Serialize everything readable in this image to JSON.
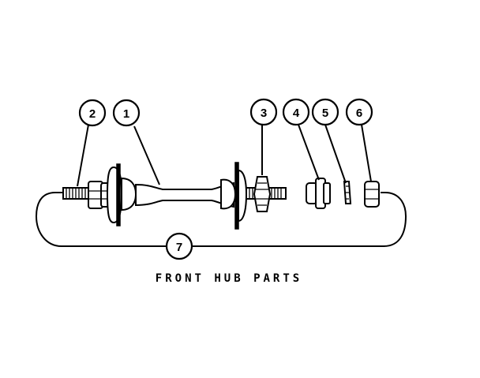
{
  "caption": "FRONT HUB PARTS",
  "callouts": {
    "c1": "1",
    "c2": "2",
    "c3": "3",
    "c4": "4",
    "c5": "5",
    "c6": "6",
    "c7": "7"
  }
}
